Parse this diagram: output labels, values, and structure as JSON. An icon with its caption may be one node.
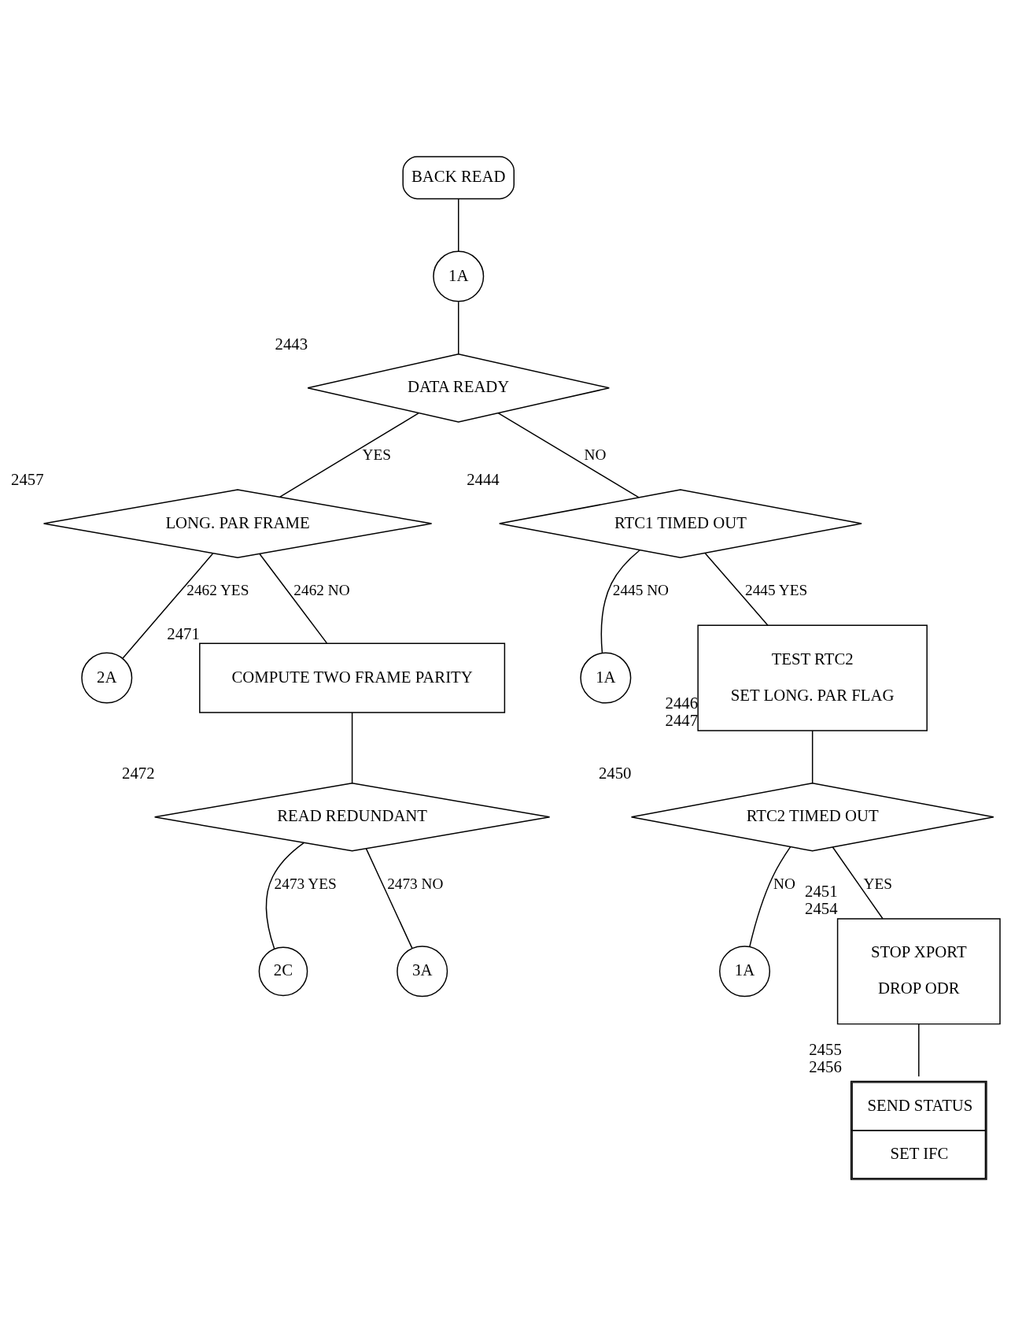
{
  "diagram": {
    "nodes": [
      {
        "text": [
          "BACK READ"
        ]
      },
      {
        "text": [
          "1A"
        ]
      },
      {
        "text": [
          "DATA READY"
        ],
        "beside": [
          "2443"
        ]
      },
      {
        "text": [
          "LONG. PAR FRAME"
        ],
        "beside": [
          "2457"
        ]
      },
      {
        "text": [
          "2A"
        ]
      },
      {
        "text": [
          "COMPUTE TWO FRAME PARITY"
        ],
        "beside": [
          "2471"
        ]
      },
      {
        "text": [
          "READ REDUNDANT"
        ],
        "beside": [
          "2472"
        ]
      },
      {
        "text": [
          "2C"
        ]
      },
      {
        "text": [
          "3A"
        ]
      },
      {
        "text": [
          "RTC1 TIMED OUT"
        ],
        "beside": [
          "2444"
        ]
      },
      {
        "text": [
          "1A"
        ]
      },
      {
        "text": [
          "TEST RTC2",
          "SET LONG. PAR FLAG"
        ],
        "beside": [
          "2446",
          "2447"
        ]
      },
      {
        "text": [
          "RTC2 TIMED OUT"
        ],
        "beside": [
          "2450"
        ]
      },
      {
        "text": [
          "1A"
        ]
      },
      {
        "text": [
          "STOP XPORT",
          "DROP ODR"
        ],
        "beside": [
          "2451",
          "2454"
        ]
      },
      {
        "text": [
          "SEND STATUS",
          "SET IFC"
        ],
        "beside": [
          "2455",
          "2456"
        ]
      }
    ],
    "edges": [
      {
        "from": 0,
        "to": 1,
        "arrow": "none"
      },
      {
        "from": 1,
        "to": 2,
        "arrow": "none"
      },
      {
        "from": 2,
        "to": 3,
        "arrow": "none",
        "label": "YES"
      },
      {
        "from": 2,
        "to": 9,
        "arrow": "none",
        "label": "NO"
      },
      {
        "from": 3,
        "to": 4,
        "arrow": "none",
        "label": "2462 YES"
      },
      {
        "from": 3,
        "to": 5,
        "arrow": "none",
        "label": "2462 NO"
      },
      {
        "from": 5,
        "to": 6,
        "arrow": "none"
      },
      {
        "from": 6,
        "to": 7,
        "arrow": "none",
        "label": "2473 YES"
      },
      {
        "from": 6,
        "to": 8,
        "arrow": "none",
        "label": "2473 NO"
      },
      {
        "from": 9,
        "to": 10,
        "arrow": "none",
        "label": "2445 NO"
      },
      {
        "from": 9,
        "to": 11,
        "arrow": "none",
        "label": "2445 YES"
      },
      {
        "from": 11,
        "to": 12,
        "arrow": "none"
      },
      {
        "from": 12,
        "to": 13,
        "arrow": "none",
        "label": "NO"
      },
      {
        "from": 12,
        "to": 14,
        "arrow": "none",
        "label": "YES"
      },
      {
        "from": 14,
        "to": 15,
        "arrow": "none"
      }
    ]
  }
}
